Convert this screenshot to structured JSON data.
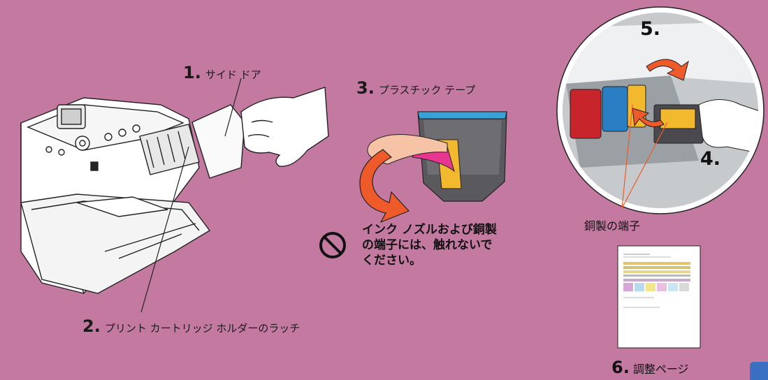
{
  "steps": {
    "s1": {
      "num": "1.",
      "label": "サイド ドア"
    },
    "s2": {
      "num": "2.",
      "label": "プリント カートリッジ ホルダーのラッチ"
    },
    "s3": {
      "num": "3.",
      "label": "プラスチック テープ"
    },
    "s4": {
      "num": "4."
    },
    "s5": {
      "num": "5."
    },
    "s6": {
      "num": "6.",
      "label": "調整ページ"
    }
  },
  "warning": {
    "line1": "インク ノズルおよび銅製",
    "line2": "の端子には、触れないで",
    "line3": "ください。",
    "icon": "prohibited-icon"
  },
  "copper_label": "銅製の端子",
  "colors": {
    "background": "#c47aa0",
    "arrow_orange": "#ee5a2a",
    "tape_pink": "#e8358f",
    "tape_peach": "#f6c3a6",
    "cartridge_blue": "#3aa0d8",
    "cartridge_red": "#c8242b",
    "contact_yellow": "#f2b82e"
  }
}
